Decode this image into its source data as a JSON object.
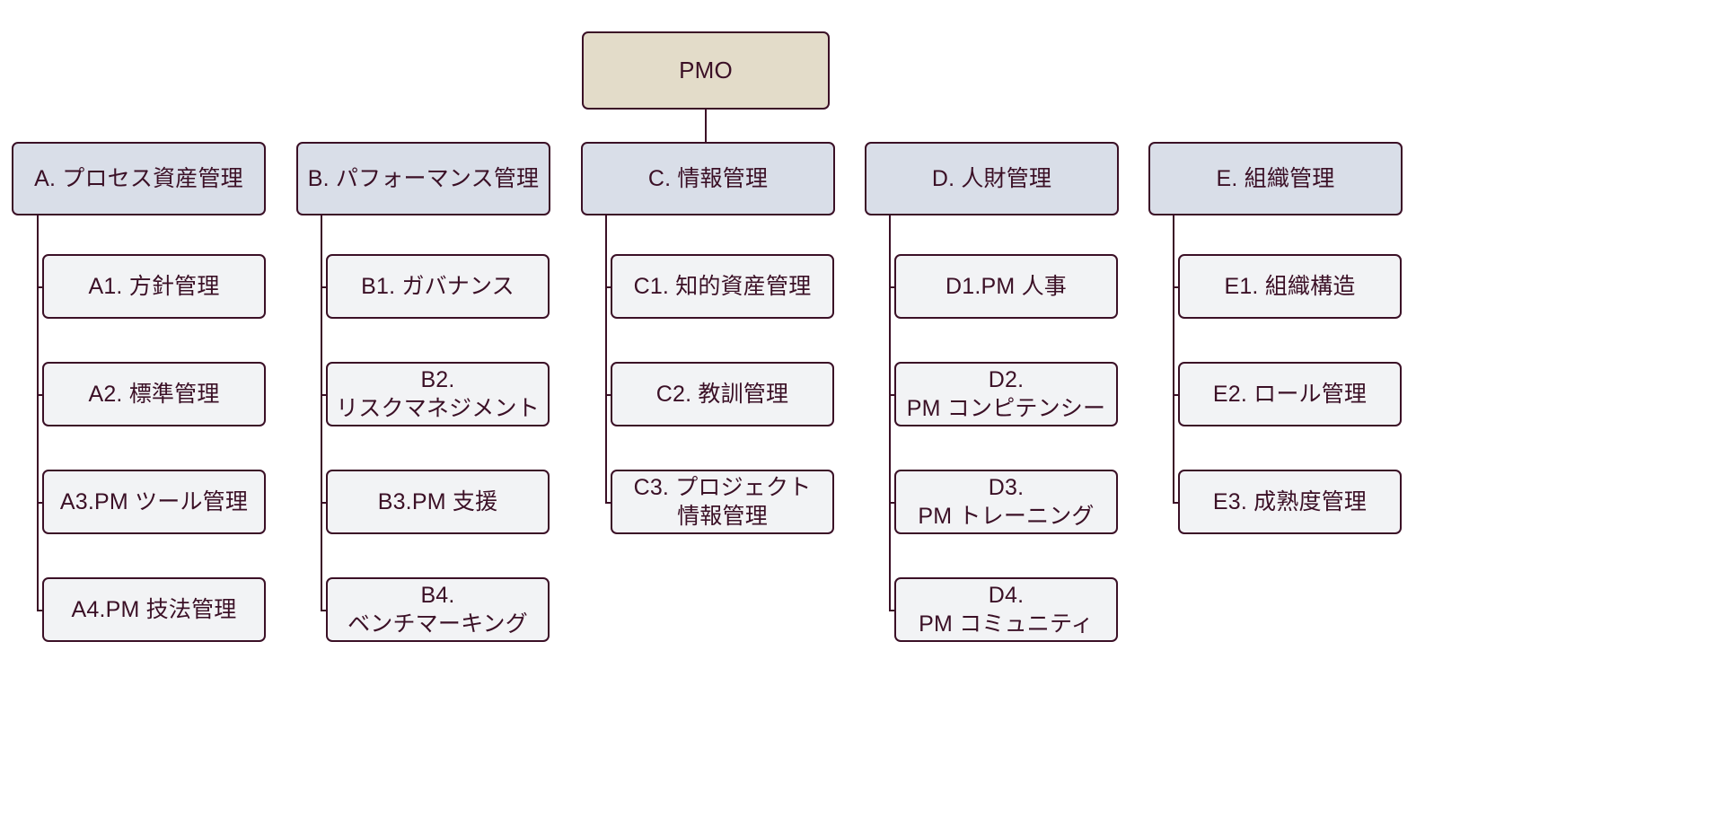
{
  "diagram": {
    "title": "PMO",
    "type": "organization-tree",
    "colors": {
      "root_fill": "#E3DCC9",
      "category_fill": "#D9DEE8",
      "leaf_fill": "#F2F3F5",
      "border": "#3B1026",
      "background": "#FFFFFF"
    },
    "root": {
      "label": "PMO"
    },
    "columns": [
      {
        "id": "A",
        "header": {
          "label": "A. プロセス資産管理"
        },
        "children": [
          {
            "label": "A1. 方針管理"
          },
          {
            "label": "A2. 標準管理"
          },
          {
            "label": "A3.PM ツール管理"
          },
          {
            "label": "A4.PM 技法管理"
          }
        ]
      },
      {
        "id": "B",
        "header": {
          "label": "B. パフォーマンス管理"
        },
        "children": [
          {
            "label": "B1. ガバナンス"
          },
          {
            "label": "B2.\nリスクマネジメント"
          },
          {
            "label": "B3.PM 支援"
          },
          {
            "label": "B4.\nベンチマーキング"
          }
        ]
      },
      {
        "id": "C",
        "header": {
          "label": "C. 情報管理"
        },
        "children": [
          {
            "label": "C1. 知的資産管理"
          },
          {
            "label": "C2. 教訓管理"
          },
          {
            "label": "C3. プロジェクト\n情報管理"
          }
        ]
      },
      {
        "id": "D",
        "header": {
          "label": "D. 人財管理"
        },
        "children": [
          {
            "label": "D1.PM 人事"
          },
          {
            "label": "D2.\nPM コンピテンシー"
          },
          {
            "label": "D3.\nPM トレーニング"
          },
          {
            "label": "D4.\nPM コミュニティ"
          }
        ]
      },
      {
        "id": "E",
        "header": {
          "label": "E. 組織管理"
        },
        "children": [
          {
            "label": "E1. 組織構造"
          },
          {
            "label": "E2. ロール管理"
          },
          {
            "label": "E3. 成熟度管理"
          }
        ]
      }
    ]
  }
}
